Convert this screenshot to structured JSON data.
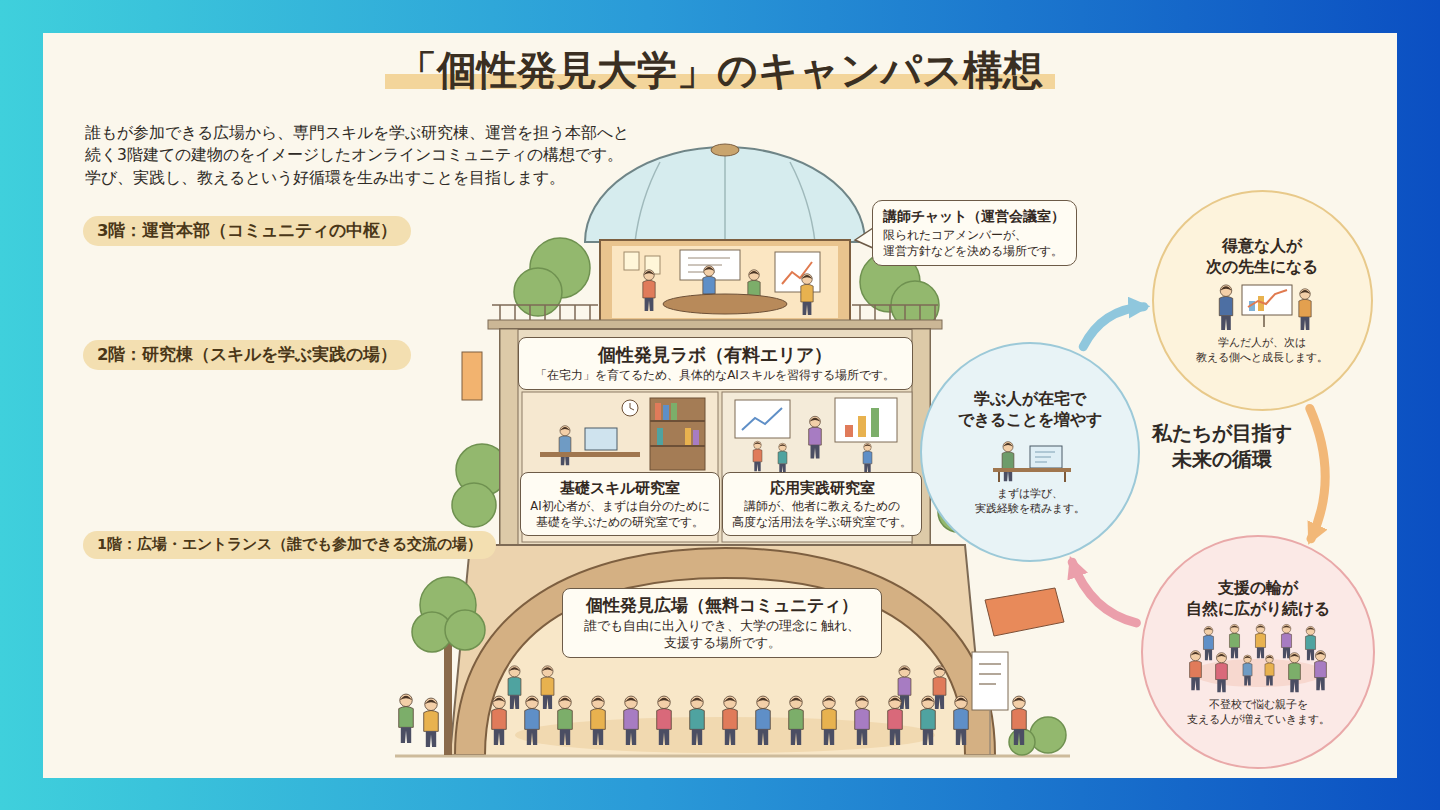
{
  "diagram": {
    "title": "「個性発見大学」のキャンパス構想",
    "nodes": [
      {
        "text": [
          "3階：運営本部（コミュニティの中枢）"
        ]
      },
      {
        "text": [
          "講師チャット（運営会議室）",
          "限られたコアメンバーが、 運営方針などを決める場所です。"
        ]
      },
      {
        "text": [
          "2階：研究棟（スキルを学ぶ実践の場）"
        ]
      },
      {
        "text": [
          "個性発見ラボ（有料エリア）",
          "「在宅力」を育てるため、具体的なAIスキルを習得する場所です。"
        ]
      },
      {
        "text": [
          "基礎スキル研究室",
          "AI初心者が、まずは自分のために 基礎を学ぶための研究室です。"
        ]
      },
      {
        "text": [
          "応用実践研究室",
          "講師が、他者に教えるための 高度な活用法を学ぶ研究室です。"
        ]
      },
      {
        "text": [
          "1階：広場・エントランス（誰でも参加できる交流の場）"
        ]
      },
      {
        "text": [
          "個性発見広場（無料コミュニティ）",
          "誰でも自由に出入りでき、大学の理念に 触れ、支援する場所です。"
        ]
      },
      {
        "text": [
          "得意な人が 次の先生になる",
          "学んだ人が、次は 教える側へと成長します。"
        ]
      },
      {
        "text": [
          "学ぶ人が在宅で できることを増やす",
          "まずは学び、 実践経験を積みます。"
        ]
      },
      {
        "text": [
          "支援の輪が 自然に広がり続ける",
          "不登校で悩む親子を 支える人が増えていきます。"
        ]
      }
    ],
    "edges": [
      {
        "from": 9,
        "to": 8,
        "arrow": "to"
      },
      {
        "from": 8,
        "to": 10,
        "arrow": "to"
      },
      {
        "from": 10,
        "to": 9,
        "arrow": "to"
      }
    ],
    "labels": [
      "誰もが参加できる広場から、専門スキルを学ぶ研究棟、運営を担う本部へと 続く3階建ての建物のをイメージしたオンラインコミュニティの構想です。 学び、実践し、教えるという好循環を生み出すことを目指します。",
      "私たちが目指す 未来の循環"
    ]
  }
}
